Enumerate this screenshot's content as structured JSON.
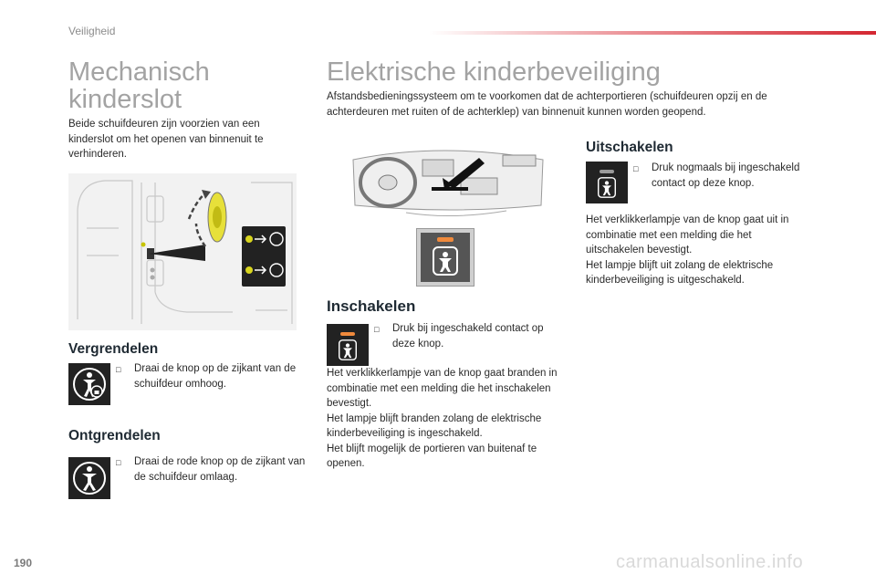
{
  "header": {
    "section": "Veiligheid"
  },
  "left": {
    "title": "Mechanisch kinderslot",
    "intro": "Beide schuifdeuren zijn voorzien van een kinderslot om het openen van binnenuit te verhinderen.",
    "lock": {
      "heading": "Vergrendelen",
      "step": "Draai de knop op de zijkant van de schuifdeur omhoog."
    },
    "unlock": {
      "heading": "Ontgrendelen",
      "step": "Draai de rode knop op de zijkant van de schuifdeur omlaag."
    }
  },
  "right": {
    "title": "Elektrische kinderbeveiliging",
    "intro": "Afstandsbedieningssysteem om te voorkomen dat de achterportieren (schuifdeuren opzij en de achterdeuren met ruiten of de achterklep) van binnenuit kunnen worden geopend.",
    "enable": {
      "heading": "Inschakelen",
      "step": "Druk bij ingeschakeld contact op deze knop.",
      "note": "Het verklikkerlampje van de knop gaat branden in combinatie met een melding die het inschakelen bevestigt.\nHet lampje blijft branden zolang de elektrische kinderbeveiliging is ingeschakeld.\nHet blijft mogelijk de portieren van buitenaf te openen."
    },
    "disable": {
      "heading": "Uitschakelen",
      "step": "Druk nogmaals bij ingeschakeld contact op deze knop.",
      "note": "Het verklikkerlampje van de knop gaat uit in combinatie met een melding die het uitschakelen bevestigt.\nHet lampje blijft uit zolang de elektrische kinderbeveiliging is uitgeschakeld."
    }
  },
  "footer": {
    "page_number": "190",
    "watermark": "carmanualsonline.info"
  },
  "colors": {
    "accent": "#d42631",
    "lamp_on": "#f08a3c",
    "lamp_off": "#9a9a9a",
    "icon_bg": "#222222",
    "title_grey": "#a3a3a3"
  },
  "icons": {
    "bullet": "square-bullet",
    "lock": "child-lock-locked-icon",
    "unlock": "child-lock-unlocked-icon",
    "electric_button": "child-safety-button-icon"
  }
}
